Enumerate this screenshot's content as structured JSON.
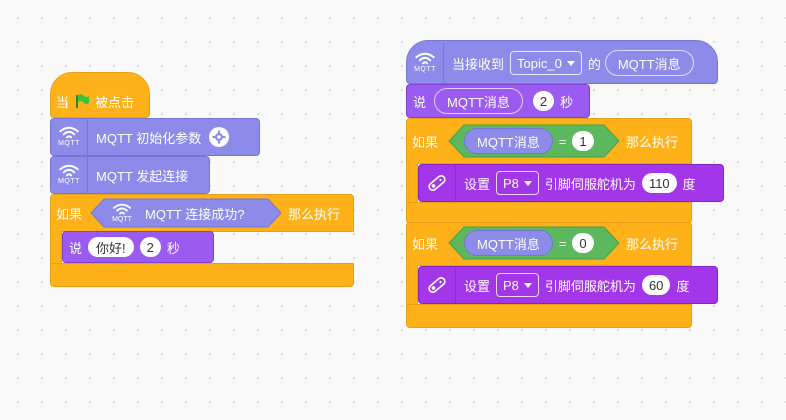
{
  "mqtt_label": "MQTT",
  "left_stack": {
    "hat": {
      "prefix": "当",
      "suffix": "被点击"
    },
    "init": {
      "label": "MQTT 初始化参数"
    },
    "connect": {
      "label": "MQTT 发起连接"
    },
    "if": {
      "keyword": "如果",
      "condition": "MQTT 连接成功?",
      "then": "那么执行"
    },
    "say": {
      "keyword": "说",
      "text": "你好!",
      "seconds": "2",
      "unit": "秒"
    }
  },
  "right_stack": {
    "hat": {
      "prefix": "当接收到",
      "topic": "Topic_0",
      "middle": "的",
      "reporter": "MQTT消息"
    },
    "say": {
      "keyword": "说",
      "reporter": "MQTT消息",
      "seconds": "2",
      "unit": "秒"
    },
    "if1": {
      "keyword": "如果",
      "reporter": "MQTT消息",
      "op": "=",
      "value": "1",
      "then": "那么执行",
      "servo": {
        "set": "设置",
        "pin": "P8",
        "mid": "引脚伺服舵机为",
        "angle": "110",
        "unit": "度"
      }
    },
    "if2": {
      "keyword": "如果",
      "reporter": "MQTT消息",
      "op": "=",
      "value": "0",
      "then": "那么执行",
      "servo": {
        "set": "设置",
        "pin": "P8",
        "mid": "引脚伺服舵机为",
        "angle": "60",
        "unit": "度"
      }
    }
  },
  "colors": {
    "event": "#ffb11a",
    "mqtt": "#8d8bea",
    "looks": "#9b5bf0",
    "servo": "#a236e8",
    "operator": "#5cb85c",
    "flag": "#3fc23b"
  }
}
